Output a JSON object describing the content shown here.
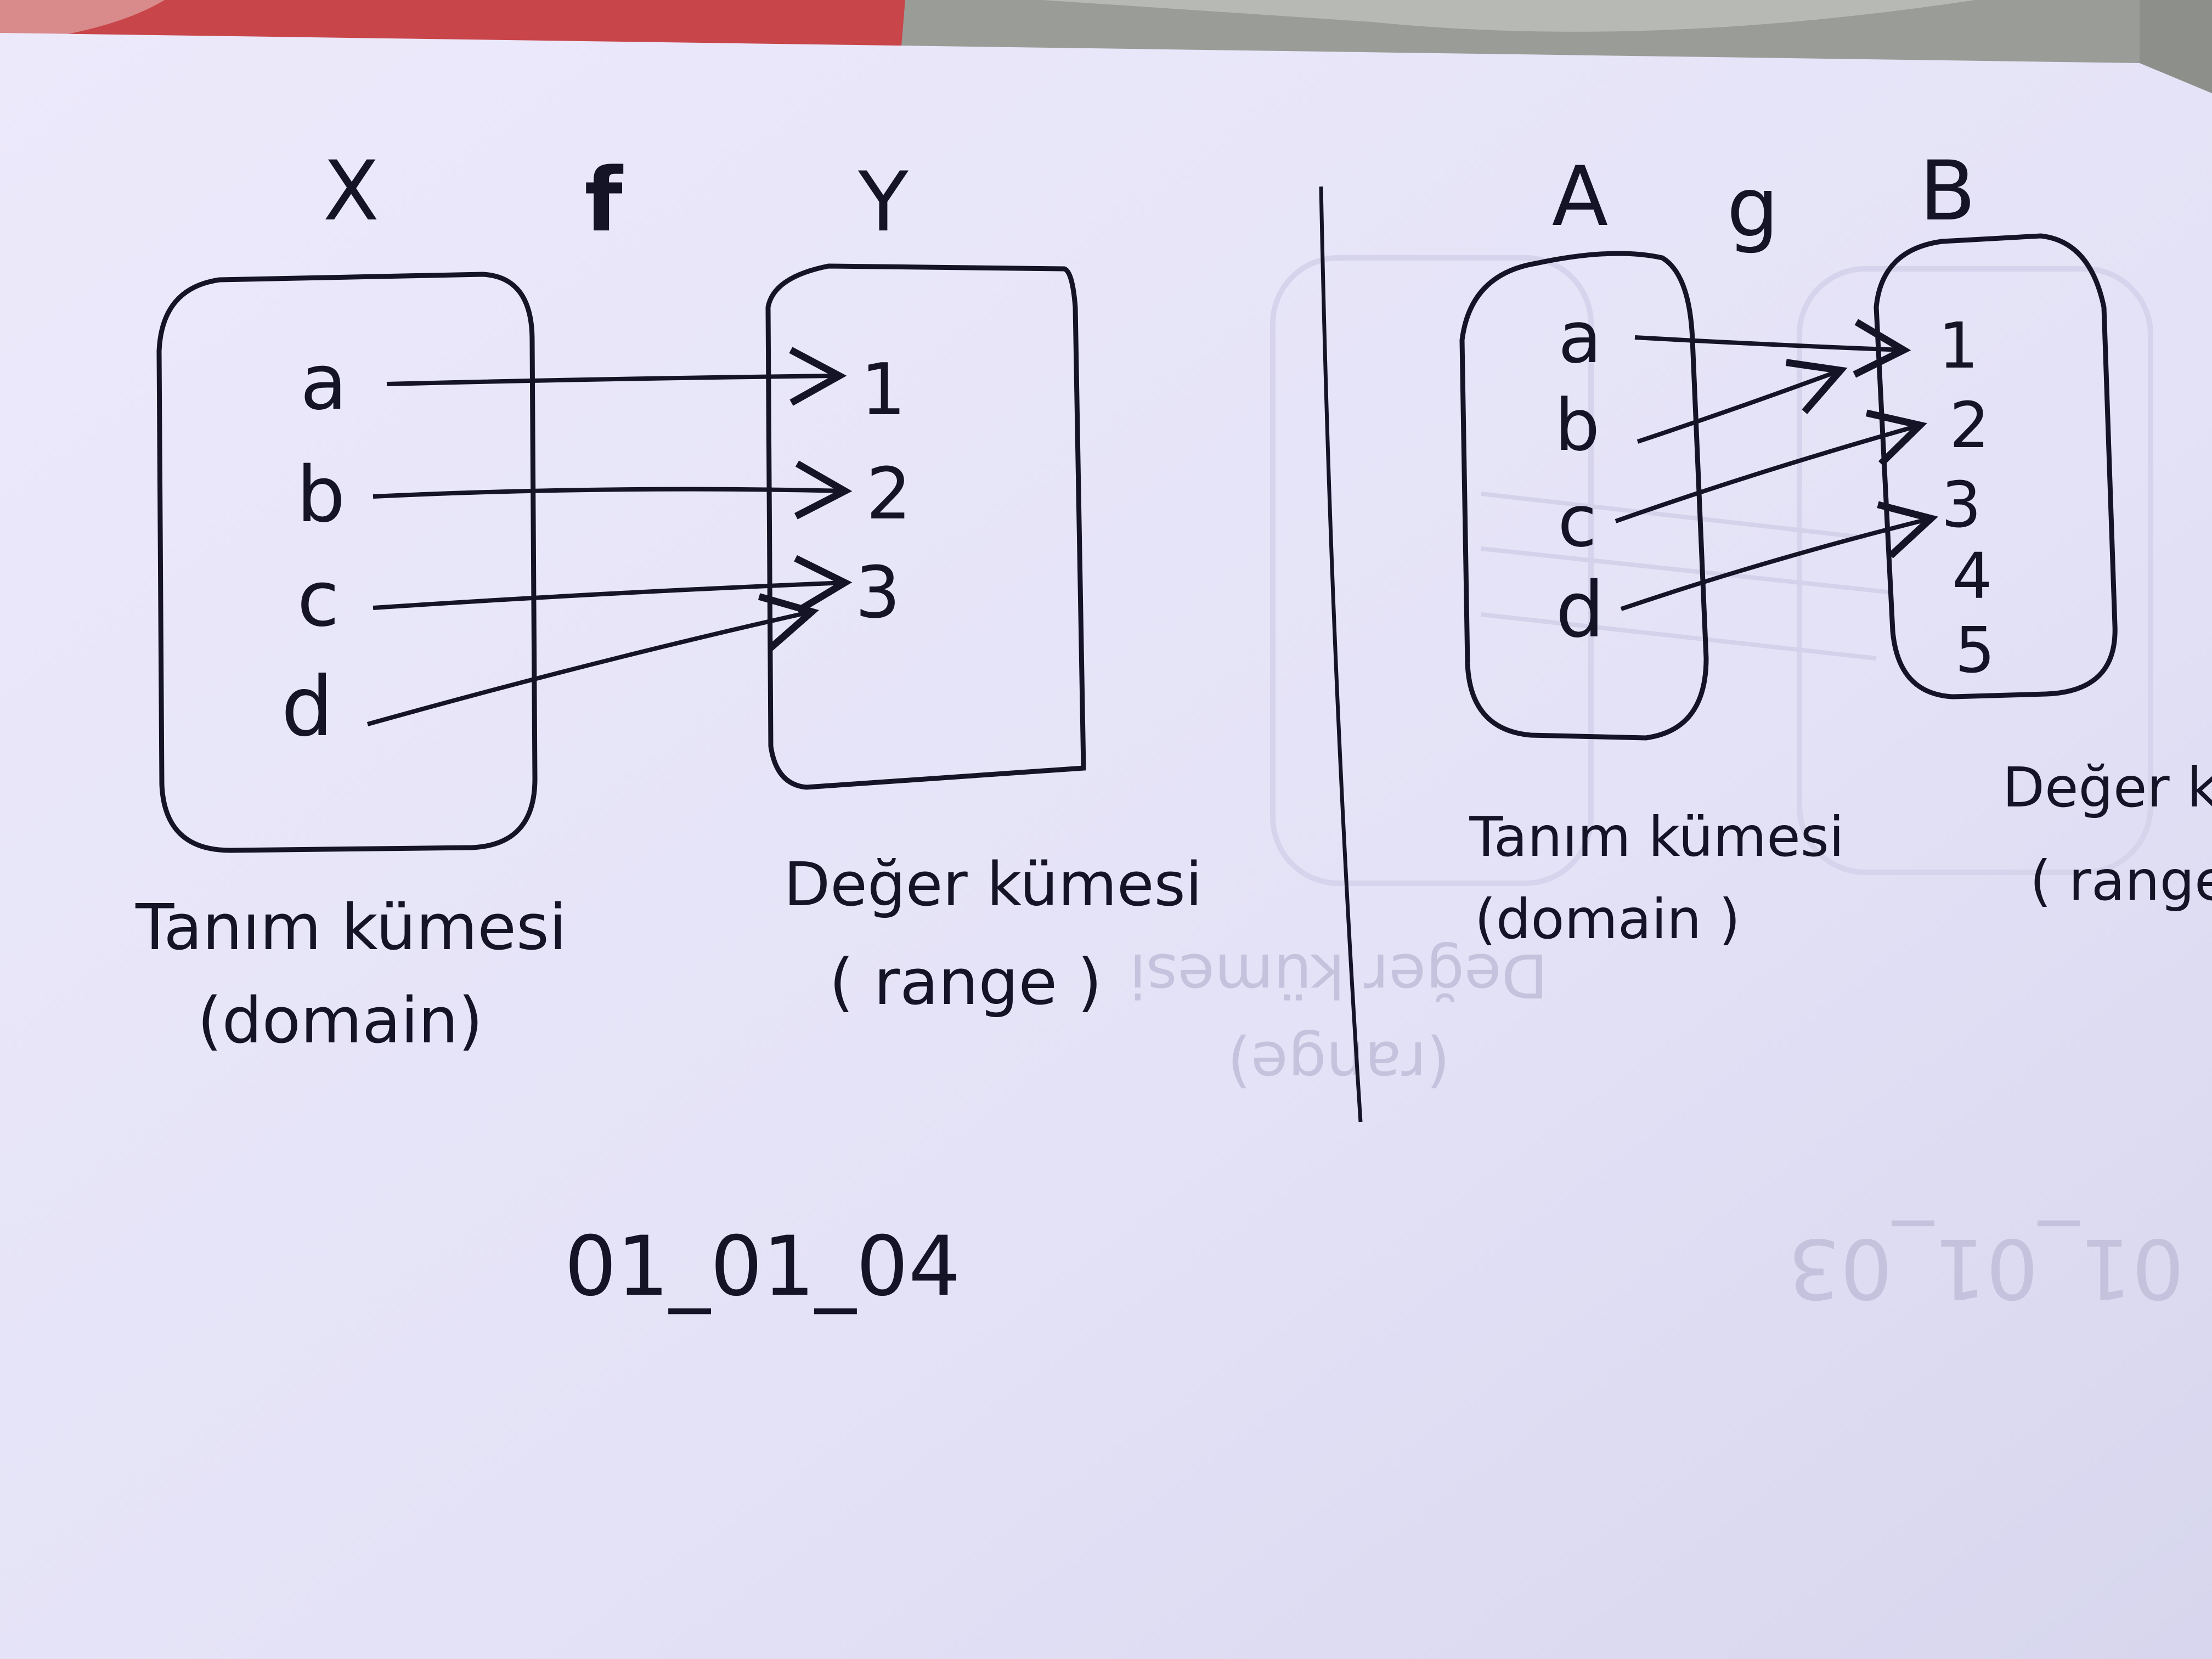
{
  "background": {
    "paper_color": "#e6e4f7",
    "table_red": "#c8464a",
    "table_gray": "#9a9c98",
    "ink_color": "#141426"
  },
  "left_diagram": {
    "domain_set": "X",
    "function": "f",
    "codomain_set": "Y",
    "domain_elements": [
      "a",
      "b",
      "c",
      "d"
    ],
    "codomain_elements": [
      "1",
      "2",
      "3"
    ],
    "mappings": [
      [
        "a",
        "1"
      ],
      [
        "b",
        "2"
      ],
      [
        "c",
        "3"
      ],
      [
        "d",
        "3"
      ]
    ],
    "domain_caption_1": "Tanım kümesi",
    "domain_caption_2": "(domain)",
    "codomain_caption_1": "Değer kümesi",
    "codomain_caption_2": "( range )"
  },
  "right_diagram": {
    "domain_set": "A",
    "function": "g",
    "codomain_set": "B",
    "domain_elements": [
      "a",
      "b",
      "c",
      "d"
    ],
    "codomain_elements": [
      "1",
      "2",
      "3",
      "4",
      "5"
    ],
    "mappings": [
      [
        "a",
        "1"
      ],
      [
        "b",
        "1"
      ],
      [
        "c",
        "2"
      ],
      [
        "d",
        "3"
      ]
    ],
    "domain_caption_1": "Tanım kümesi",
    "domain_caption_2": "(domain )",
    "codomain_caption_1": "Değer k",
    "codomain_caption_2": "( range"
  },
  "date_label": "01_01_04",
  "faint_imprint": {
    "date": "01_01_03",
    "caption_1": "Değer kümesi",
    "caption_2": "(range)"
  }
}
